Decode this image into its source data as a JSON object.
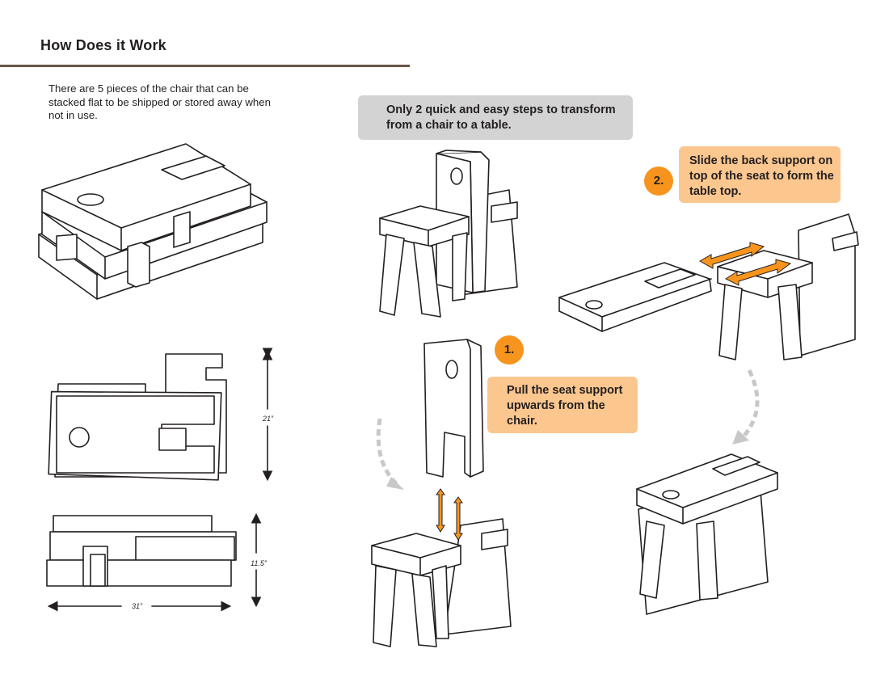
{
  "title": "How Does it Work",
  "intro": "There are 5 pieces of the chair that can be stacked flat to be shipped or stored away when not in use.",
  "headline": "Only 2 quick and easy steps to transform from a chair to a table.",
  "steps": [
    {
      "number": "1.",
      "text": "Pull the seat support upwards  from the chair."
    },
    {
      "number": "2.",
      "text": "Slide the back support on top of the seat to form the table top."
    }
  ],
  "dimensions": {
    "height": "21”",
    "stack_height": "11.5”",
    "width": "31”"
  },
  "colors": {
    "accent": "#f7941d",
    "callout": "#fbc78f",
    "headline_box": "#d3d3d3",
    "rule": "#6b5644",
    "arrow_grey": "#c8c8c8"
  }
}
